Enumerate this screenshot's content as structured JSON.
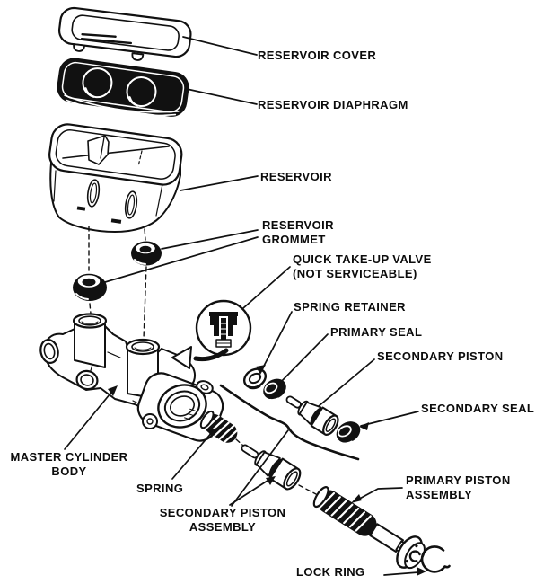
{
  "colors": {
    "ink": "#111111",
    "paper": "#ffffff"
  },
  "labels": {
    "reservoir_cover": "RESERVOIR COVER",
    "reservoir_diaphragm": "RESERVOIR DIAPHRAGM",
    "reservoir": "RESERVOIR",
    "reservoir_grommet": "RESERVOIR\nGROMMET",
    "quick_take_up_valve": "QUICK TAKE-UP VALVE\n(NOT SERVICEABLE)",
    "spring_retainer": "SPRING RETAINER",
    "primary_seal": "PRIMARY SEAL",
    "secondary_piston": "SECONDARY PISTON",
    "secondary_seal": "SECONDARY SEAL",
    "master_cylinder_body": "MASTER CYLINDER\nBODY",
    "spring": "SPRING",
    "secondary_piston_assembly": "SECONDARY PISTON\nASSEMBLY",
    "primary_piston_assembly": "PRIMARY PISTON\nASSEMBLY",
    "lock_ring": "LOCK RING"
  }
}
